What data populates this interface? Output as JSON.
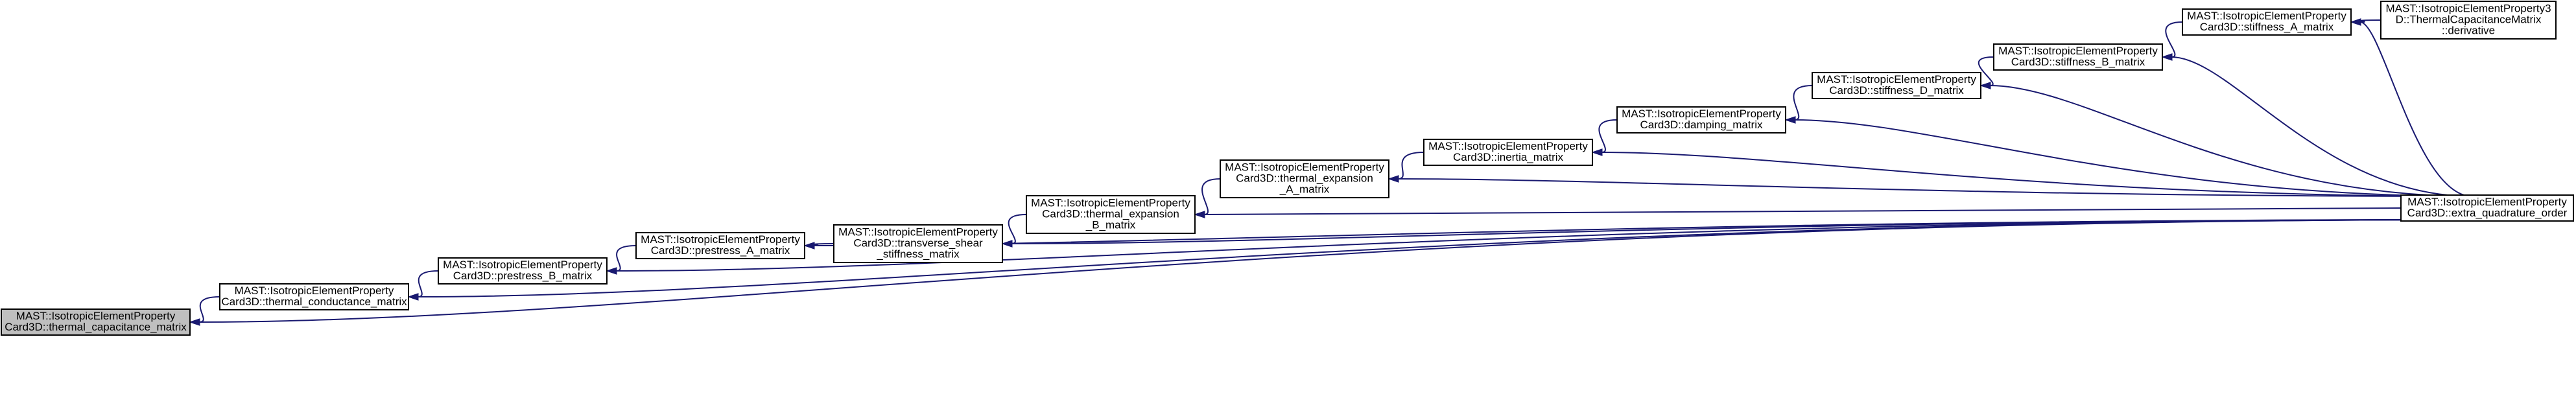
{
  "graph": {
    "colors": {
      "edge": "#191970",
      "node_fill": "#ffffff",
      "root_fill": "#bfbfbf",
      "node_border": "#000000"
    },
    "nodes": [
      {
        "id": "thermal-capacitance-matrix",
        "lines": [
          "MAST::IsotropicElementProperty",
          "Card3D::thermal_capacitance_matrix"
        ],
        "root": true
      },
      {
        "id": "thermal-conductance-matrix",
        "lines": [
          "MAST::IsotropicElementProperty",
          "Card3D::thermal_conductance_matrix"
        ]
      },
      {
        "id": "prestress-b-matrix",
        "lines": [
          "MAST::IsotropicElementProperty",
          "Card3D::prestress_B_matrix"
        ]
      },
      {
        "id": "prestress-a-matrix",
        "lines": [
          "MAST::IsotropicElementProperty",
          "Card3D::prestress_A_matrix"
        ]
      },
      {
        "id": "transverse-shear-stiffness-matrix",
        "lines": [
          "MAST::IsotropicElementProperty",
          "Card3D::transverse_shear",
          "_stiffness_matrix"
        ]
      },
      {
        "id": "thermal-expansion-b-matrix",
        "lines": [
          "MAST::IsotropicElementProperty",
          "Card3D::thermal_expansion",
          "_B_matrix"
        ]
      },
      {
        "id": "thermal-expansion-a-matrix",
        "lines": [
          "MAST::IsotropicElementProperty",
          "Card3D::thermal_expansion",
          "_A_matrix"
        ]
      },
      {
        "id": "inertia-matrix",
        "lines": [
          "MAST::IsotropicElementProperty",
          "Card3D::inertia_matrix"
        ]
      },
      {
        "id": "damping-matrix",
        "lines": [
          "MAST::IsotropicElementProperty",
          "Card3D::damping_matrix"
        ]
      },
      {
        "id": "stiffness-d-matrix",
        "lines": [
          "MAST::IsotropicElementProperty",
          "Card3D::stiffness_D_matrix"
        ]
      },
      {
        "id": "stiffness-b-matrix",
        "lines": [
          "MAST::IsotropicElementProperty",
          "Card3D::stiffness_B_matrix"
        ]
      },
      {
        "id": "stiffness-a-matrix",
        "lines": [
          "MAST::IsotropicElementProperty",
          "Card3D::stiffness_A_matrix"
        ]
      },
      {
        "id": "thermal-capacitance-matrix-derivative",
        "lines": [
          "MAST::IsotropicElementProperty3",
          "D::ThermalCapacitanceMatrix",
          "::derivative"
        ]
      },
      {
        "id": "extra-quadrature-order",
        "lines": [
          "MAST::IsotropicElementProperty",
          "Card3D::extra_quadrature_order"
        ]
      }
    ],
    "edges": [
      {
        "from": "thermal-conductance-matrix",
        "to": "thermal-capacitance-matrix"
      },
      {
        "from": "extra-quadrature-order",
        "to": "thermal-capacitance-matrix"
      },
      {
        "from": "prestress-b-matrix",
        "to": "thermal-conductance-matrix"
      },
      {
        "from": "extra-quadrature-order",
        "to": "thermal-conductance-matrix"
      },
      {
        "from": "prestress-a-matrix",
        "to": "prestress-b-matrix"
      },
      {
        "from": "extra-quadrature-order",
        "to": "prestress-b-matrix"
      },
      {
        "from": "transverse-shear-stiffness-matrix",
        "to": "prestress-a-matrix"
      },
      {
        "from": "extra-quadrature-order",
        "to": "prestress-a-matrix"
      },
      {
        "from": "thermal-expansion-b-matrix",
        "to": "transverse-shear-stiffness-matrix"
      },
      {
        "from": "extra-quadrature-order",
        "to": "transverse-shear-stiffness-matrix"
      },
      {
        "from": "thermal-expansion-a-matrix",
        "to": "thermal-expansion-b-matrix"
      },
      {
        "from": "extra-quadrature-order",
        "to": "thermal-expansion-b-matrix"
      },
      {
        "from": "inertia-matrix",
        "to": "thermal-expansion-a-matrix"
      },
      {
        "from": "extra-quadrature-order",
        "to": "thermal-expansion-a-matrix"
      },
      {
        "from": "damping-matrix",
        "to": "inertia-matrix"
      },
      {
        "from": "extra-quadrature-order",
        "to": "inertia-matrix"
      },
      {
        "from": "stiffness-d-matrix",
        "to": "damping-matrix"
      },
      {
        "from": "extra-quadrature-order",
        "to": "damping-matrix"
      },
      {
        "from": "stiffness-b-matrix",
        "to": "stiffness-d-matrix"
      },
      {
        "from": "extra-quadrature-order",
        "to": "stiffness-d-matrix"
      },
      {
        "from": "stiffness-a-matrix",
        "to": "stiffness-b-matrix"
      },
      {
        "from": "extra-quadrature-order",
        "to": "stiffness-b-matrix"
      },
      {
        "from": "thermal-capacitance-matrix-derivative",
        "to": "stiffness-a-matrix"
      },
      {
        "from": "extra-quadrature-order",
        "to": "stiffness-a-matrix"
      }
    ]
  }
}
